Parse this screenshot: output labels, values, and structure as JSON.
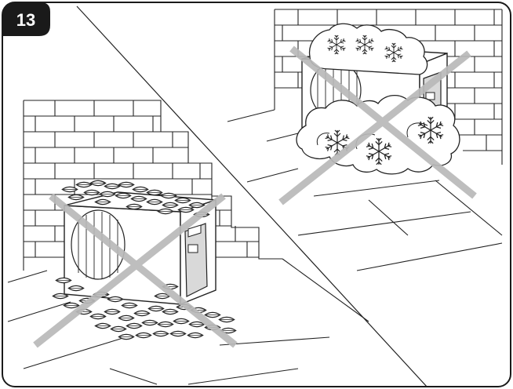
{
  "figure": {
    "step_number": "13",
    "colors": {
      "frame": "#1a1a1a",
      "badge": "#1a1a1a",
      "cross": "#b9b9b9",
      "line": "#222222",
      "fill": "#ffffff",
      "unit_panel": "#d9d9d9"
    },
    "panels": [
      {
        "scene": "outdoor-unit-blocked-by-leaves",
        "marked": "not-allowed"
      },
      {
        "scene": "outdoor-unit-blocked-by-snow",
        "marked": "not-allowed"
      }
    ]
  }
}
